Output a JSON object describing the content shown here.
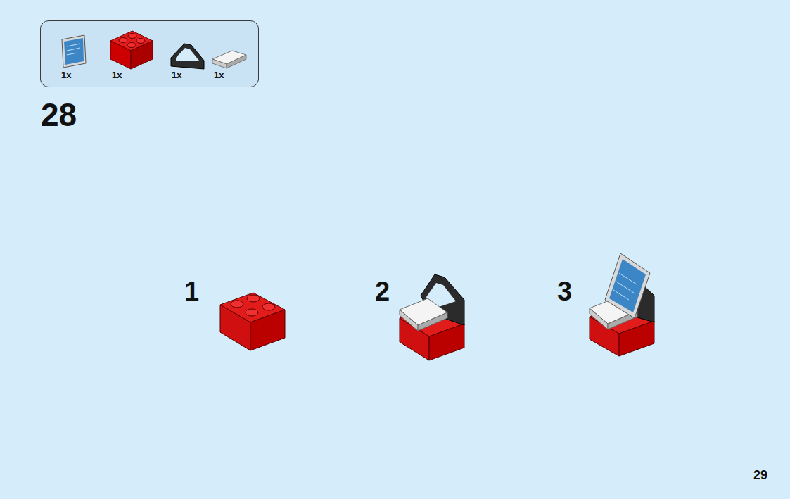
{
  "diagram": {
    "nodes": [
      {
        "text": [
          "1x",
          "1x",
          "1x",
          "1x"
        ]
      }
    ],
    "labels": [
      "28",
      "1",
      "2",
      "3",
      "29"
    ]
  }
}
